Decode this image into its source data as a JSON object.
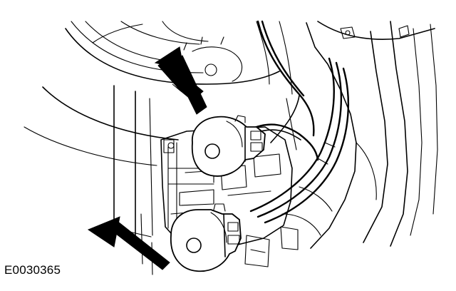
{
  "figure": {
    "reference_code": "E0030365",
    "colors": {
      "ink": "#000000",
      "paper": "#ffffff"
    },
    "callouts": [
      {
        "name": "arrow-upper",
        "points_to": "upper-connector"
      },
      {
        "name": "arrow-lower",
        "points_to": "lower-connector"
      }
    ]
  }
}
